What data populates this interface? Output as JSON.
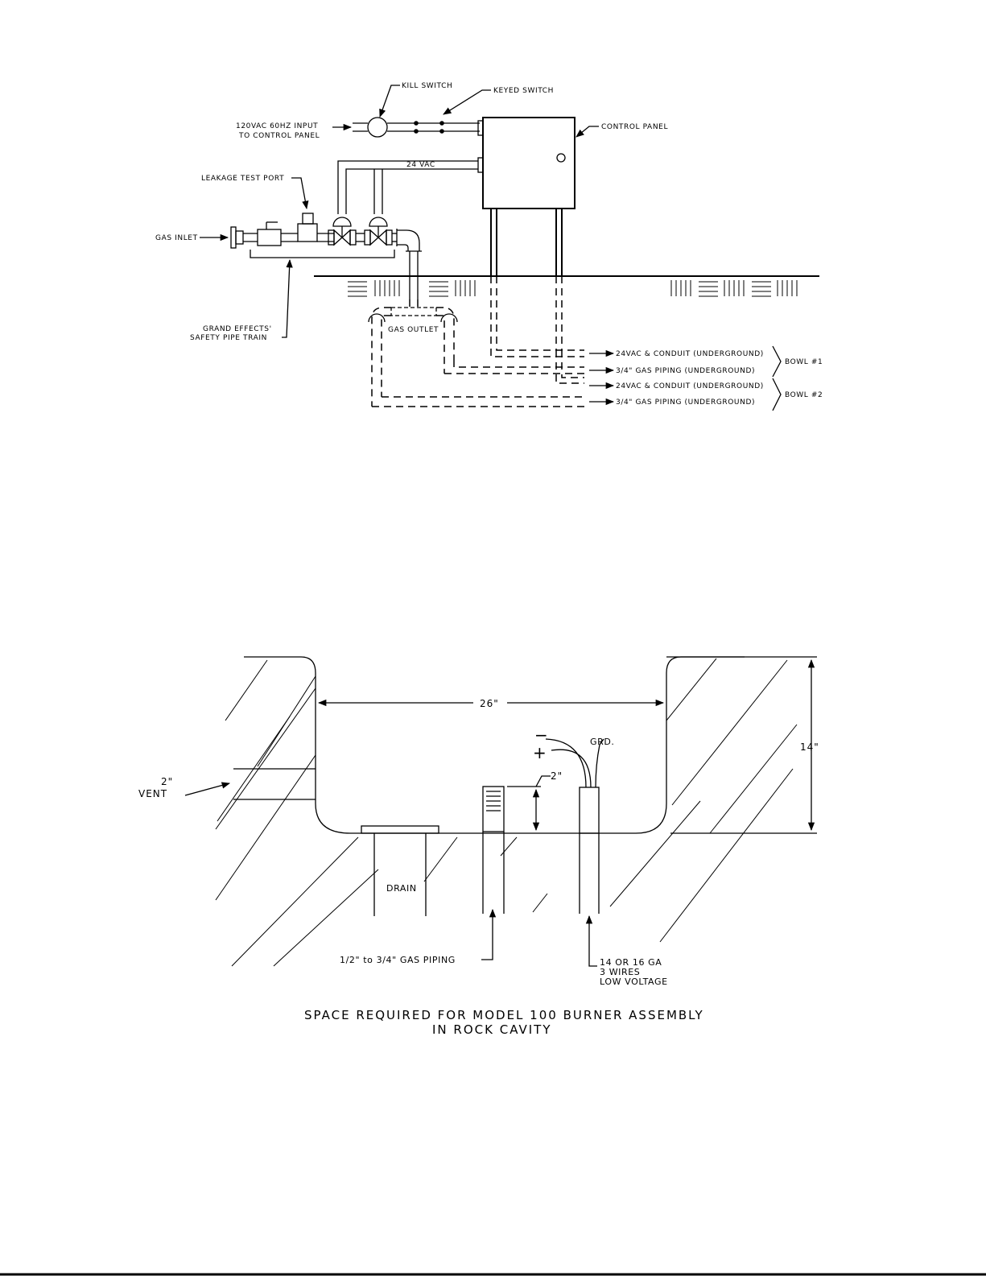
{
  "top_diagram": {
    "kill_switch": "KILL SWITCH",
    "keyed_switch": "KEYED SWITCH",
    "control_panel": "CONTROL PANEL",
    "input_line1": "120VAC 60HZ INPUT",
    "input_line2": "TO CONTROL PANEL",
    "vac_24": "24 VAC",
    "leakage_test_port": "LEAKAGE TEST PORT",
    "gas_inlet": "GAS INLET",
    "pipe_train_line1": "GRAND EFFECTS'",
    "pipe_train_line2": "SAFETY PIPE TRAIN",
    "gas_outlet": "GAS OUTLET",
    "line1": "24VAC & CONDUIT (UNDERGROUND)",
    "line2": "3/4\" GAS PIPING (UNDERGROUND)",
    "line3": "24VAC & CONDUIT (UNDERGROUND)",
    "line4": "3/4\" GAS PIPING (UNDERGROUND)",
    "bowl1": "BOWL #1",
    "bowl2": "BOWL #2"
  },
  "bottom_diagram": {
    "width_dim": "26\"",
    "height_dim": "14\"",
    "vent_size": "2\"",
    "vent": "VENT",
    "pipe_height": "2\"",
    "ground": "GRD.",
    "minus": "−",
    "plus": "+",
    "drain": "DRAIN",
    "gas_piping": "1/2\" to 3/4\" GAS PIPING",
    "wire_line1": "14 OR 16 GA",
    "wire_line2": "3 WIRES",
    "wire_line3": "LOW VOLTAGE",
    "caption_line1": "SPACE REQUIRED FOR MODEL 100 BURNER ASSEMBLY",
    "caption_line2": "IN ROCK CAVITY"
  }
}
